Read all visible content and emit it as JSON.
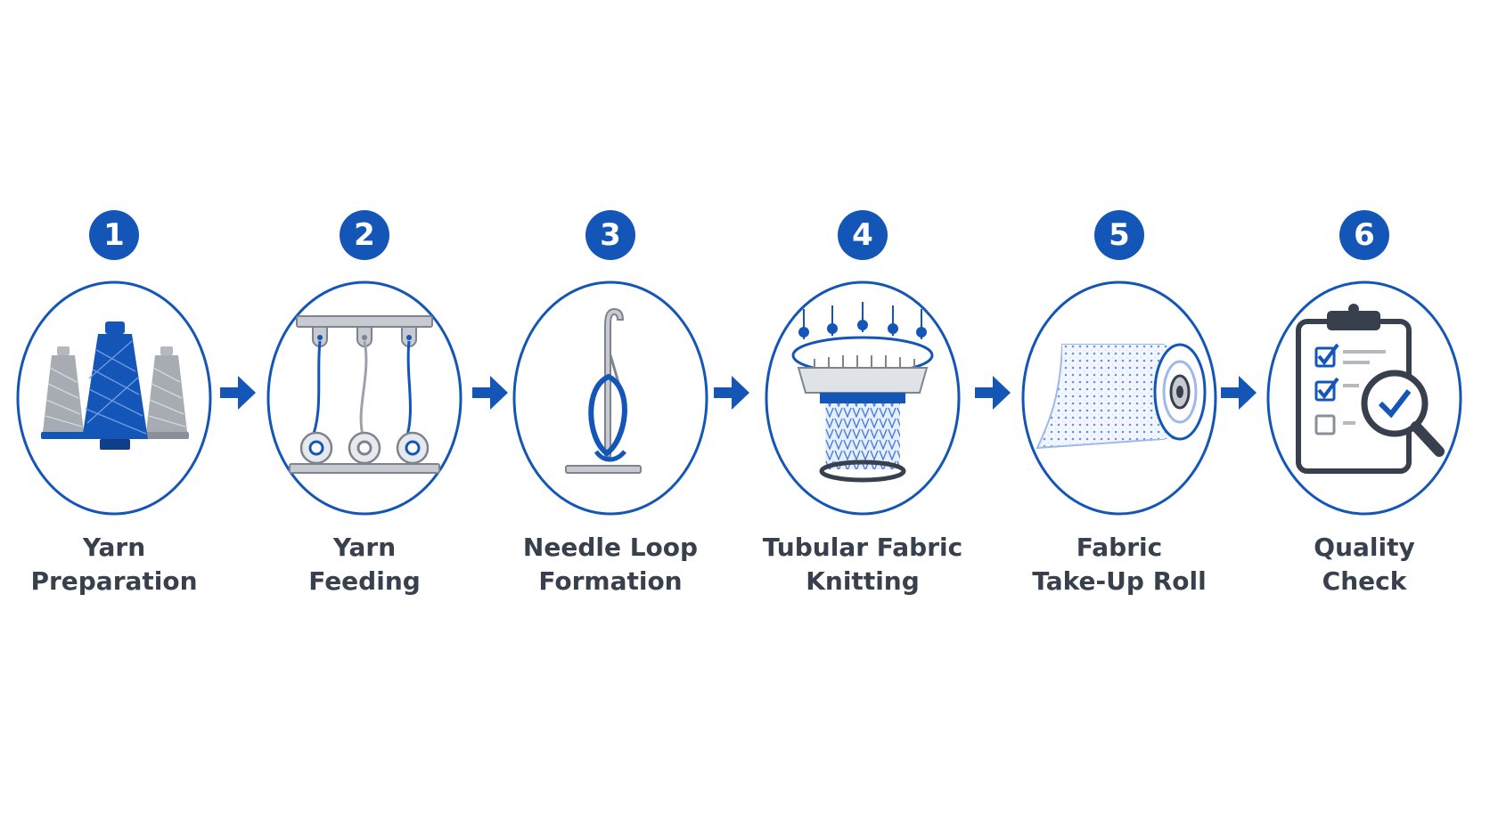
{
  "colors": {
    "primary_blue": "#1456b8",
    "label_text": "#37404c",
    "icon_gray": "#8a9099",
    "background": "#ffffff"
  },
  "steps": [
    {
      "number": "1",
      "label_line1": "Yarn",
      "label_line2": "Preparation",
      "icon": "yarn-cones-icon"
    },
    {
      "number": "2",
      "label_line1": "Yarn",
      "label_line2": "Feeding",
      "icon": "yarn-feeder-icon"
    },
    {
      "number": "3",
      "label_line1": "Needle Loop",
      "label_line2": "Formation",
      "icon": "latch-needle-icon"
    },
    {
      "number": "4",
      "label_line1": "Tubular Fabric",
      "label_line2": "Knitting",
      "icon": "circular-knitting-machine-icon"
    },
    {
      "number": "5",
      "label_line1": "Fabric",
      "label_line2": "Take-Up Roll",
      "icon": "fabric-roll-icon"
    },
    {
      "number": "6",
      "label_line1": "Quality",
      "label_line2": "Check",
      "icon": "quality-checklist-icon"
    }
  ]
}
